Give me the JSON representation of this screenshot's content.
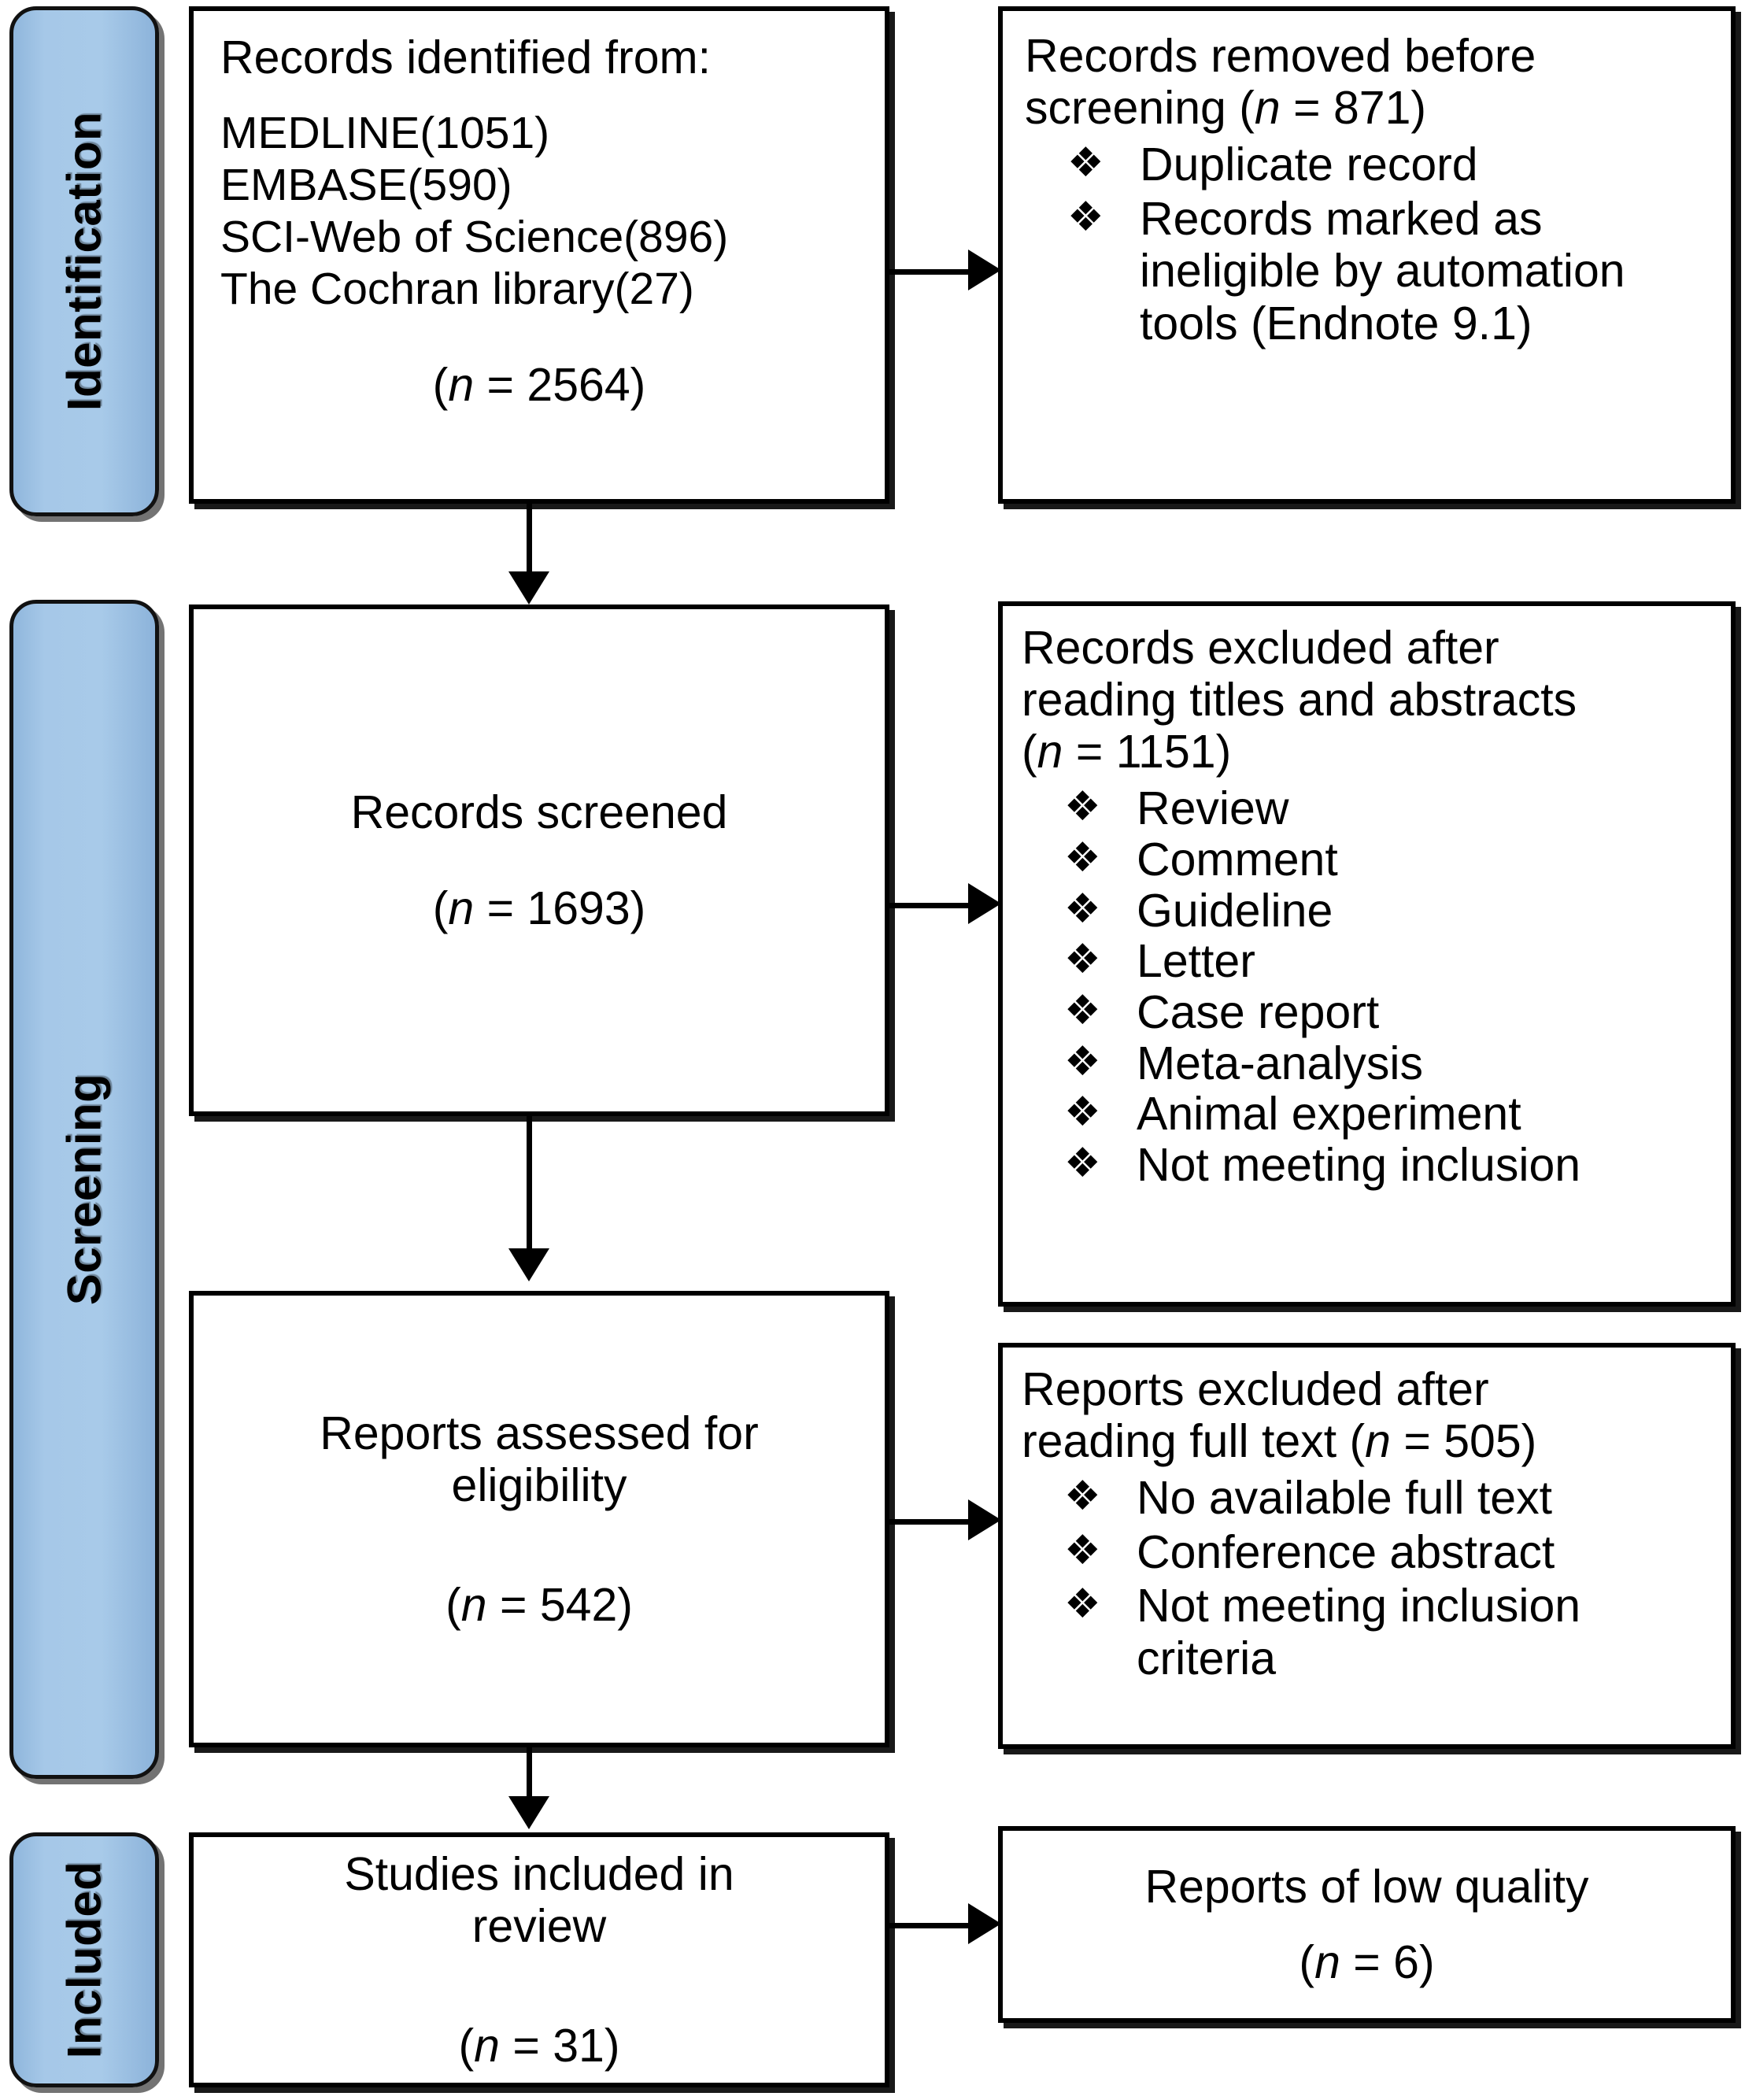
{
  "diagram": {
    "title": "PRISMA 2020 flow diagram",
    "accent_color": "#A6C8E8",
    "border_color": "#000000",
    "background_color": "#FFFFFF",
    "bullet_glyph": "❖"
  },
  "stages": [
    {
      "id": "identification",
      "label": "Identification"
    },
    {
      "id": "screening",
      "label": "Screening"
    },
    {
      "id": "included",
      "label": "Included"
    }
  ],
  "boxes": {
    "records_identified": {
      "heading": "Records identified from:",
      "sources": [
        "MEDLINE(1051)",
        "EMBASE(590)",
        "SCI-Web of Science(896)",
        "The Cochran library(27)"
      ],
      "count_prefix": "(",
      "count_italic": "n",
      "count_equals": " = ",
      "count_value": "2564",
      "count_suffix": ")",
      "count_text": "(n = 2564)"
    },
    "records_removed": {
      "line1": "Records removed before",
      "line2_pre": "screening (",
      "line2_italic": "n",
      "line2_post": " = 871)",
      "bullets": [
        "Duplicate record",
        "Records marked as ineligible by automation tools (Endnote 9.1)"
      ]
    },
    "records_screened": {
      "heading": "Records screened",
      "count_italic": "n",
      "count_pre": "(",
      "count_post": " = 1693)",
      "count_value": "1693",
      "count_text": "(n = 1693)"
    },
    "records_excluded": {
      "line1": "Records excluded after",
      "line2": "reading titles and abstracts",
      "line3_pre": "(",
      "line3_italic": "n",
      "line3_post": " = 1151)",
      "count_value": "1151",
      "bullets": [
        "Review",
        "Comment",
        "Guideline",
        "Letter",
        "Case report",
        "Meta-analysis",
        "Animal experiment",
        "Not meeting inclusion"
      ]
    },
    "reports_assessed": {
      "heading_line1": "Reports assessed for",
      "heading_line2": "eligibility",
      "count_pre": "(",
      "count_italic": "n",
      "count_post": " = 542)",
      "count_value": "542",
      "count_text": "(n = 542)"
    },
    "reports_excluded": {
      "line1": "Reports excluded after",
      "line2_pre": "reading full text (",
      "line2_italic": "n",
      "line2_post": " = 505)",
      "count_value": "505",
      "bullets": [
        "No available full text",
        "Conference abstract",
        "Not meeting inclusion criteria"
      ]
    },
    "studies_included": {
      "heading_line1": "Studies included in",
      "heading_line2": "review",
      "count_pre": "(",
      "count_italic": "n",
      "count_post": " = 31)",
      "count_value": "31",
      "count_text": "(n = 31)"
    },
    "low_quality": {
      "heading": "Reports of low quality",
      "count_pre": "(",
      "count_italic": "n",
      "count_post": " = 6)",
      "count_value": "6",
      "count_text": "(n = 6)"
    }
  }
}
